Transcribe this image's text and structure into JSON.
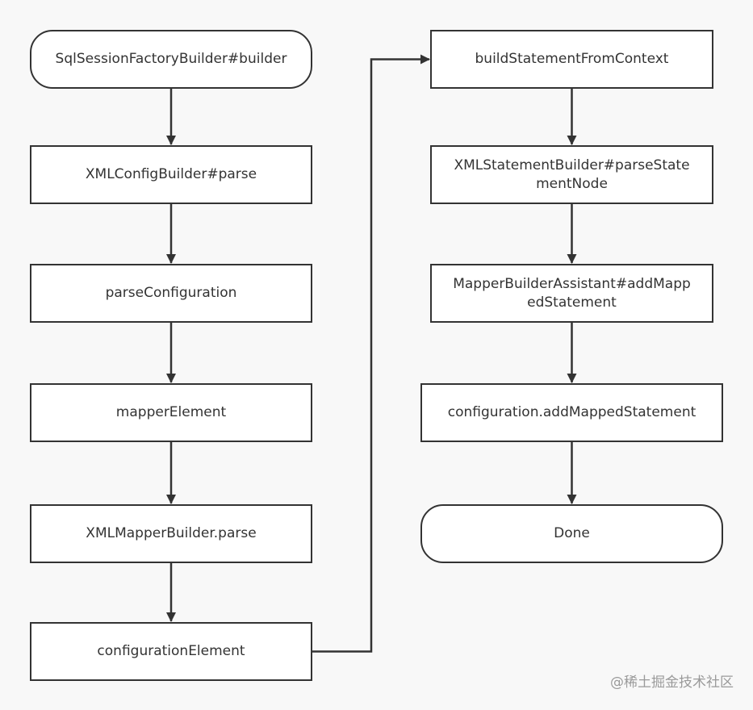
{
  "nodes": [
    {
      "id": "n1",
      "shape": "terminal",
      "lines": [
        "SqlSessionFactoryBuilder#builder"
      ]
    },
    {
      "id": "n2",
      "shape": "process",
      "lines": [
        "XMLConfigBuilder#parse"
      ]
    },
    {
      "id": "n3",
      "shape": "process",
      "lines": [
        "parseConfiguration"
      ]
    },
    {
      "id": "n4",
      "shape": "process",
      "lines": [
        "mapperElement"
      ]
    },
    {
      "id": "n5",
      "shape": "process",
      "lines": [
        "XMLMapperBuilder.parse"
      ]
    },
    {
      "id": "n6",
      "shape": "process",
      "lines": [
        "configurationElement"
      ]
    },
    {
      "id": "n7",
      "shape": "process",
      "lines": [
        "buildStatementFromContext"
      ]
    },
    {
      "id": "n8",
      "shape": "process",
      "lines": [
        "XMLStatementBuilder#parseState",
        "mentNode"
      ]
    },
    {
      "id": "n9",
      "shape": "process",
      "lines": [
        "MapperBuilderAssistant#addMapp",
        "edStatement"
      ]
    },
    {
      "id": "n10",
      "shape": "process",
      "lines": [
        "configuration.addMappedStatement"
      ]
    },
    {
      "id": "n11",
      "shape": "terminal",
      "lines": [
        "Done"
      ]
    }
  ],
  "edges": [
    {
      "from": "n1",
      "to": "n2"
    },
    {
      "from": "n2",
      "to": "n3"
    },
    {
      "from": "n3",
      "to": "n4"
    },
    {
      "from": "n4",
      "to": "n5"
    },
    {
      "from": "n5",
      "to": "n6"
    },
    {
      "from": "n6",
      "to": "n7"
    },
    {
      "from": "n7",
      "to": "n8"
    },
    {
      "from": "n8",
      "to": "n9"
    },
    {
      "from": "n9",
      "to": "n10"
    },
    {
      "from": "n10",
      "to": "n11"
    }
  ],
  "watermark": "@稀土掘金技术社区",
  "colors": {
    "stroke": "#333333",
    "fill": "#ffffff",
    "background": "#f8f8f8",
    "watermark": "#9a9a9a"
  }
}
